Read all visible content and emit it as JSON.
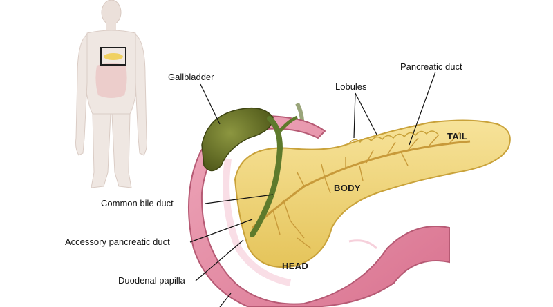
{
  "labels": {
    "gallbladder": "Gallbladder",
    "lobules": "Lobules",
    "pancreatic_duct": "Pancreatic duct",
    "common_bile_duct": "Common bile duct",
    "accessory_pancreatic_duct": "Accessory pancreatic duct",
    "duodenal_papilla": "Duodenal papilla"
  },
  "regions": {
    "tail": "TAIL",
    "body": "BODY",
    "head": "HEAD"
  },
  "colors": {
    "pancreas": "#f2d774",
    "pancreas_edge": "#c9a23a",
    "duodenum": "#e48fa6",
    "duodenum_inner": "#f4c2cf",
    "gallbladder": "#6f7a2a",
    "bile_duct": "#5e7a2c",
    "panc_duct": "#d9b04a",
    "body_silhouette": "#efe6e1",
    "inset_box": "#111111"
  }
}
